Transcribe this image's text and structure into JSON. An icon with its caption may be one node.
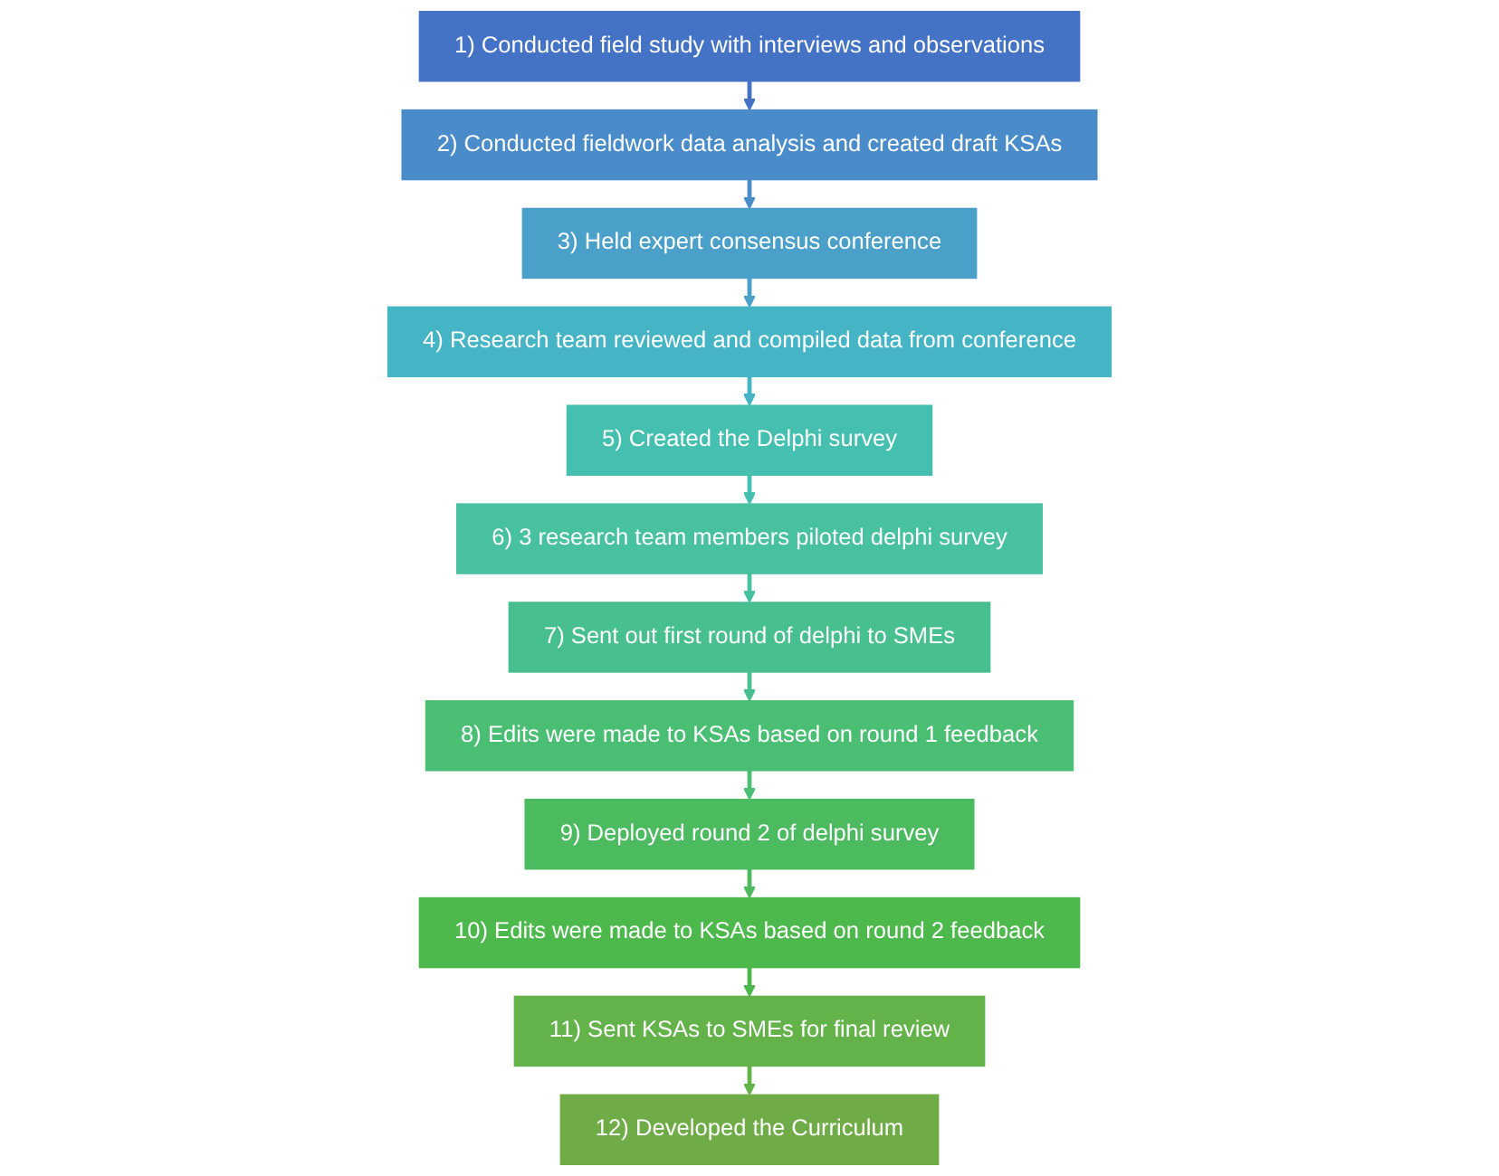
{
  "diagram": {
    "nodes": [
      {
        "text": [
          "1) Conducted field study with interviews and observations"
        ]
      },
      {
        "text": [
          "2) Conducted fieldwork data analysis and created draft KSAs"
        ]
      },
      {
        "text": [
          "3) Held expert consensus conference"
        ]
      },
      {
        "text": [
          "4) Research team reviewed and compiled data from conference"
        ]
      },
      {
        "text": [
          "5) Created the Delphi survey"
        ]
      },
      {
        "text": [
          "6) 3 research team members piloted delphi survey"
        ]
      },
      {
        "text": [
          "7) Sent out first round of delphi to SMEs"
        ]
      },
      {
        "text": [
          "8) Edits were made to KSAs based on round 1 feedback"
        ]
      },
      {
        "text": [
          "9) Deployed round 2 of delphi survey"
        ]
      },
      {
        "text": [
          "10) Edits were made to KSAs based on round 2 feedback"
        ]
      },
      {
        "text": [
          "11) Sent KSAs to SMEs for final review"
        ]
      },
      {
        "text": [
          "12) Developed the Curriculum"
        ]
      }
    ],
    "edges": [
      {
        "from": 0,
        "to": 1,
        "arrow": "to",
        "color": "#4472c4"
      },
      {
        "from": 1,
        "to": 2,
        "arrow": "to",
        "color": "#4a8cc9"
      },
      {
        "from": 2,
        "to": 3,
        "arrow": "to",
        "color": "#4aa0c8"
      },
      {
        "from": 3,
        "to": 4,
        "arrow": "to",
        "color": "#45b4c4"
      },
      {
        "from": 4,
        "to": 5,
        "arrow": "to",
        "color": "#45bfb0"
      },
      {
        "from": 5,
        "to": 6,
        "arrow": "to",
        "color": "#47c1a0"
      },
      {
        "from": 6,
        "to": 7,
        "arrow": "to",
        "color": "#48bf8e"
      },
      {
        "from": 7,
        "to": 8,
        "arrow": "to",
        "color": "#4abf74"
      },
      {
        "from": 8,
        "to": 9,
        "arrow": "to",
        "color": "#4cbb60"
      },
      {
        "from": 9,
        "to": 10,
        "arrow": "to",
        "color": "#4db84c"
      },
      {
        "from": 10,
        "to": 11,
        "arrow": "to",
        "color": "#63b24a"
      }
    ]
  }
}
